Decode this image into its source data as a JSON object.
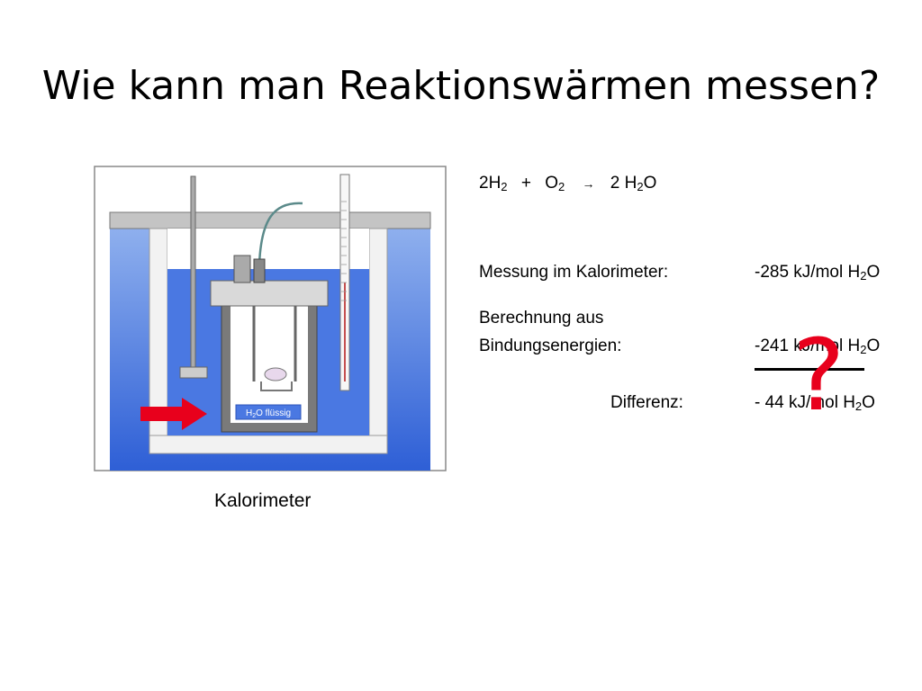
{
  "slide": {
    "title": "Wie kann man Reaktionswärmen messen?"
  },
  "diagram": {
    "caption": "Kalorimeter",
    "inner_label_main": "H",
    "inner_label_sub": "2",
    "inner_label_rest": "O flüssig"
  },
  "equation": {
    "r1_coef": "2H",
    "r1_sub": "2",
    "plus": "+",
    "r2": "O",
    "r2_sub": "2",
    "arrow": "→",
    "product": "2 H",
    "product_sub": "2",
    "product_end": "O"
  },
  "results": {
    "measurement_label": "Messung im Kalorimeter:",
    "measurement_value": "-285 kJ/mol H",
    "measurement_sub": "2",
    "measurement_end": "O",
    "calc_label_line1": "Berechnung aus",
    "calc_label_line2": "Bindungsenergien:",
    "calc_value": "-241 kJ/mol H",
    "calc_sub": "2",
    "calc_end": "O",
    "diff_label": "Differenz:",
    "diff_value": "-  44 kJ/mol H",
    "diff_sub": "2",
    "diff_end": "O",
    "question_mark": "?"
  },
  "colors": {
    "water": "#3f6ee0",
    "highlight_arrow": "#e8001c",
    "question_mark": "#e8001c"
  }
}
